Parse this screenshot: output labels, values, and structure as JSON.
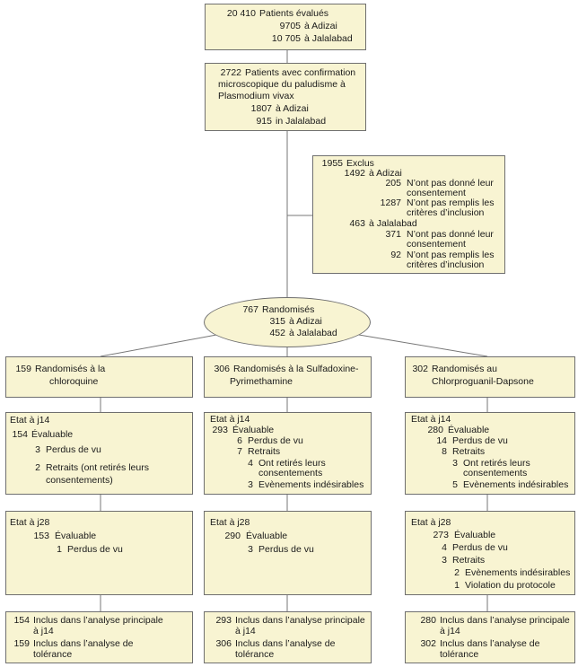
{
  "top": {
    "lines": [
      {
        "n": "20 410",
        "t": "Patients évalués"
      },
      {
        "n": "9705",
        "t": "à Adizai"
      },
      {
        "n": "10 705",
        "t": "à Jalalabad"
      }
    ]
  },
  "confirmed": {
    "lines": [
      {
        "n": "2722",
        "t": "Patients avec confirmation"
      },
      {
        "n": "",
        "t": "microscopique du paludisme à"
      },
      {
        "n": "",
        "t": "Plasmodium vivax"
      },
      {
        "n": "1807",
        "t": "à Adizai"
      },
      {
        "n": "915",
        "t": "in Jalalabad"
      }
    ]
  },
  "excluded": {
    "lines": [
      {
        "n": "1955",
        "t": "Exclus"
      },
      {
        "n": "1492",
        "t": "à Adizai"
      },
      {
        "n": "205",
        "t": "N’ont pas donné leur"
      },
      {
        "n": "",
        "t": "consentement"
      },
      {
        "n": "1287",
        "t": "N’ont pas remplis les"
      },
      {
        "n": "",
        "t": "critères d’inclusion"
      },
      {
        "n": "463",
        "t": "à Jalalabad"
      },
      {
        "n": "371",
        "t": "N’ont pas donné leur"
      },
      {
        "n": "",
        "t": "consentement"
      },
      {
        "n": "92",
        "t": "N’ont pas remplis les"
      },
      {
        "n": "",
        "t": "critères d’inclusion"
      }
    ]
  },
  "randomized": {
    "lines": [
      {
        "n": "767",
        "t": "Randomisés"
      },
      {
        "n": "315",
        "t": "à Adizai"
      },
      {
        "n": "452",
        "t": "à Jalalabad"
      }
    ]
  },
  "arms": [
    {
      "header": [
        {
          "n": "159",
          "t": "Randomisés à la"
        },
        {
          "n": "",
          "t": "chloroquine"
        }
      ],
      "j14": [
        {
          "n": "",
          "t": "Etat à j14"
        },
        {
          "n": "154",
          "t": "Évaluable"
        },
        {
          "n": "3",
          "t": "Perdus de vu"
        },
        {
          "n": "2",
          "t": "Retraits (ont retirés leurs"
        },
        {
          "n": "",
          "t": "consentements)"
        }
      ],
      "j28": [
        {
          "n": "",
          "t": "Etat à j28"
        },
        {
          "n": "153",
          "t": "Évaluable"
        },
        {
          "n": "1",
          "t": "Perdus de vu"
        }
      ],
      "final": [
        {
          "n": "154",
          "t": "Inclus dans l’analyse principale"
        },
        {
          "n": "",
          "t": "à j14"
        },
        {
          "n": "159",
          "t": "Inclus dans l’analyse de"
        },
        {
          "n": "",
          "t": "tolérance"
        }
      ]
    },
    {
      "header": [
        {
          "n": "306",
          "t": "Randomisés à la Sulfadoxine-"
        },
        {
          "n": "",
          "t": "Pyrimethamine"
        }
      ],
      "j14": [
        {
          "n": "",
          "t": "Etat à j14"
        },
        {
          "n": "293",
          "t": "Évaluable"
        },
        {
          "n": "6",
          "t": "Perdus de vu"
        },
        {
          "n": "7",
          "t": "Retraits"
        },
        {
          "n": "4",
          "t": "Ont retirés leurs"
        },
        {
          "n": "",
          "t": "consentements"
        },
        {
          "n": "3",
          "t": "Evènements indésirables"
        }
      ],
      "j28": [
        {
          "n": "",
          "t": "Etat à j28"
        },
        {
          "n": "290",
          "t": "Évaluable"
        },
        {
          "n": "3",
          "t": "Perdus de vu"
        }
      ],
      "final": [
        {
          "n": "293",
          "t": "Inclus dans l’analyse principale"
        },
        {
          "n": "",
          "t": "à j14"
        },
        {
          "n": "306",
          "t": "Inclus dans l’analyse de"
        },
        {
          "n": "",
          "t": "tolérance"
        }
      ]
    },
    {
      "header": [
        {
          "n": "302",
          "t": "Randomisés au"
        },
        {
          "n": "",
          "t": "Chlorproguanil-Dapsone"
        }
      ],
      "j14": [
        {
          "n": "",
          "t": "Etat à j14"
        },
        {
          "n": "280",
          "t": "Évaluable"
        },
        {
          "n": "14",
          "t": "Perdus de vu"
        },
        {
          "n": "8",
          "t": "Retraits"
        },
        {
          "n": "3",
          "t": "Ont retirés leurs"
        },
        {
          "n": "",
          "t": "consentements"
        },
        {
          "n": "5",
          "t": "Evènements indésirables"
        }
      ],
      "j28": [
        {
          "n": "",
          "t": "Etat à j28"
        },
        {
          "n": "273",
          "t": "Évaluable"
        },
        {
          "n": "4",
          "t": "Perdus de vu"
        },
        {
          "n": "3",
          "t": "Retraits"
        },
        {
          "n": "2",
          "t": "Evènements indésirables"
        },
        {
          "n": "1",
          "t": "Violation du protocole"
        }
      ],
      "final": [
        {
          "n": "280",
          "t": "Inclus dans l’analyse principale"
        },
        {
          "n": "",
          "t": "à j14"
        },
        {
          "n": "302",
          "t": "Inclus dans l’analyse de"
        },
        {
          "n": "",
          "t": "tolérance"
        }
      ]
    }
  ],
  "colors": {
    "box_fill": "#f8f4d2",
    "border": "#6f6f6f",
    "text": "#1a1a1a"
  }
}
